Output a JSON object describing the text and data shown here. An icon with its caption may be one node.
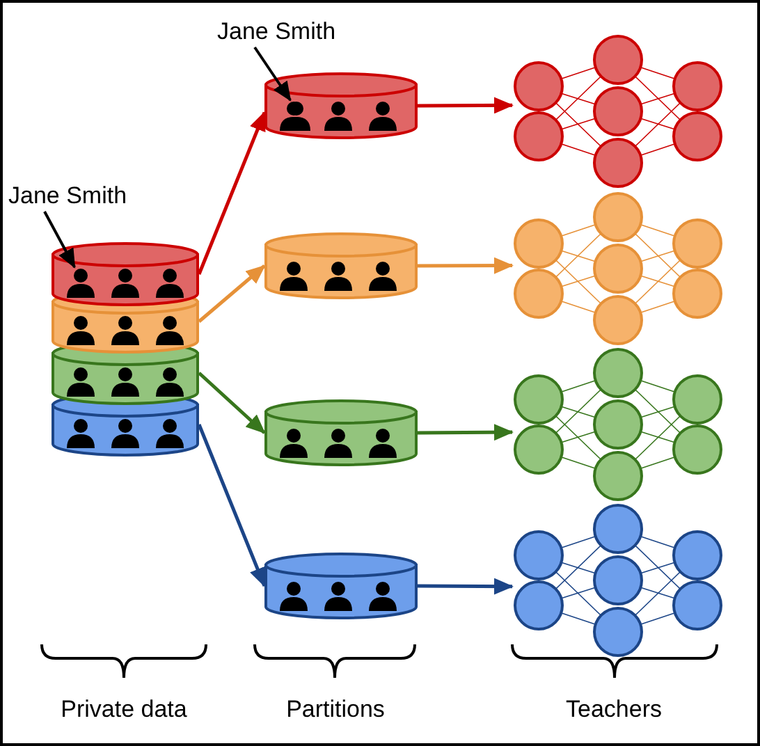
{
  "diagram": {
    "nodes": [
      {
        "text": [
          "Jane Smith"
        ]
      },
      {
        "text": [],
        "shape": "cylinder"
      },
      {
        "text": [],
        "shape": "person",
        "in": 1
      },
      {
        "text": [],
        "shape": "cylinder"
      },
      {
        "text": [],
        "shape": "cylinder"
      },
      {
        "text": [],
        "shape": "cylinder"
      },
      {
        "text": [
          "Jane Smith"
        ]
      },
      {
        "text": [],
        "shape": "cylinder"
      },
      {
        "text": [],
        "shape": "person",
        "in": 7
      },
      {
        "text": [],
        "shape": "cylinder"
      },
      {
        "text": [],
        "shape": "cylinder"
      },
      {
        "text": [],
        "shape": "cylinder"
      },
      {
        "text": [],
        "shape": "picture"
      },
      {
        "text": [],
        "shape": "picture"
      },
      {
        "text": [],
        "shape": "picture"
      },
      {
        "text": [],
        "shape": "picture"
      }
    ],
    "edges": [
      {
        "from": 0,
        "to": 2,
        "arrow": "to"
      },
      {
        "from": 6,
        "to": 8,
        "arrow": "to"
      },
      {
        "from": 1,
        "to": 7,
        "arrow": "to",
        "color": "#cc0000"
      },
      {
        "from": 3,
        "to": 9,
        "arrow": "to",
        "color": "#e69138"
      },
      {
        "from": 4,
        "to": 10,
        "arrow": "to",
        "color": "#38761d"
      },
      {
        "from": 5,
        "to": 11,
        "arrow": "to",
        "color": "#1c4587"
      },
      {
        "from": 7,
        "to": 12,
        "arrow": "to",
        "color": "#cc0000"
      },
      {
        "from": 9,
        "to": 13,
        "arrow": "to",
        "color": "#e69138"
      },
      {
        "from": 10,
        "to": 14,
        "arrow": "to",
        "color": "#38761d"
      },
      {
        "from": 11,
        "to": 15,
        "arrow": "to",
        "color": "#1c4587"
      }
    ],
    "labels": [
      "Private data",
      "Partitions",
      "Teachers"
    ]
  }
}
